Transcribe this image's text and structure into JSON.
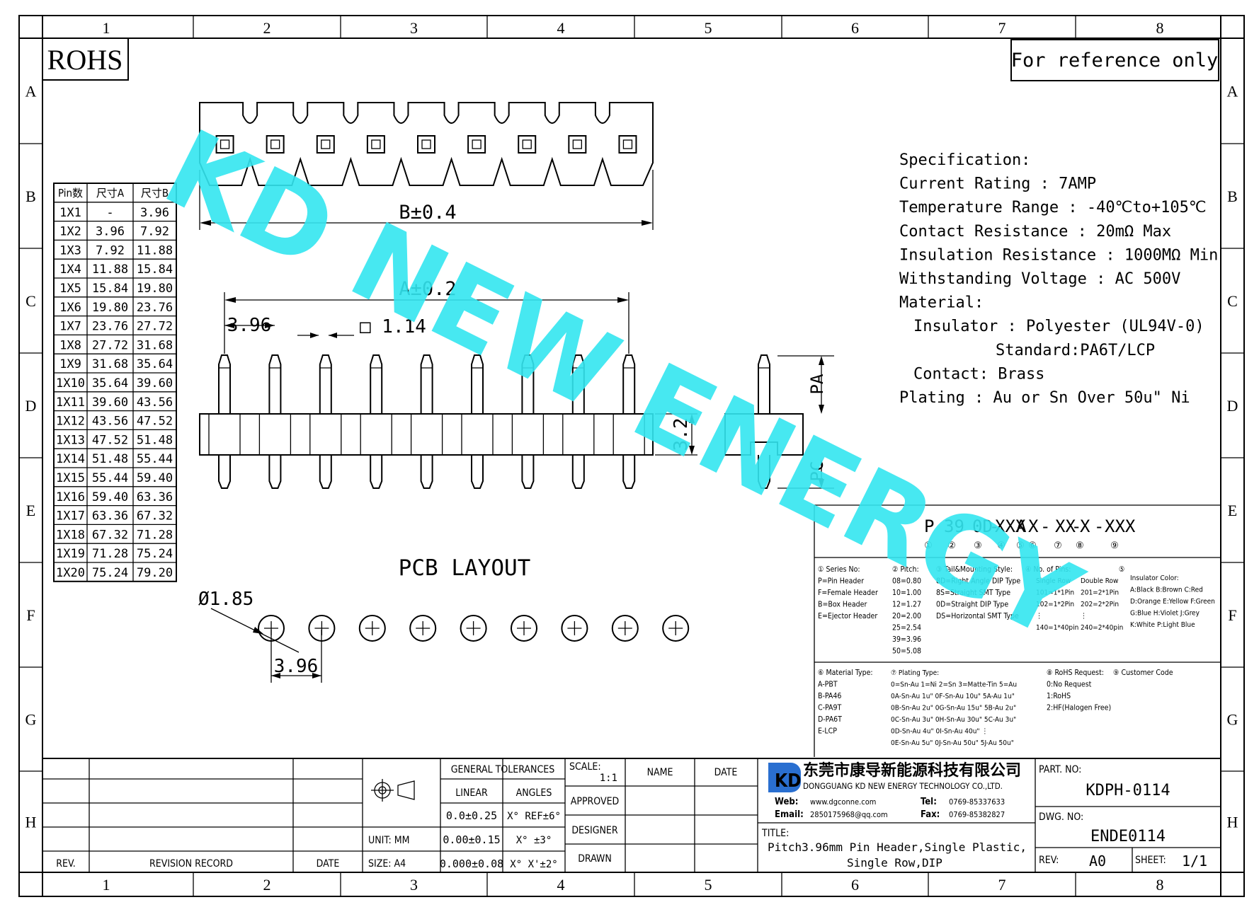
{
  "zone_cols": [
    "1",
    "2",
    "3",
    "4",
    "5",
    "6",
    "7",
    "8"
  ],
  "zone_rows": [
    "A",
    "B",
    "C",
    "D",
    "E",
    "F",
    "G",
    "H"
  ],
  "rohs": "ROHS",
  "reference_note": "For reference only",
  "watermark": "KD NEW ENERGY",
  "dimensions": {
    "b": "B±0.4",
    "a": "A±0.2",
    "pitch": "3.96",
    "pin_square": "□ 1.14",
    "height": "3.2",
    "pa": "PA",
    "pc": "PC",
    "hole": "Ø1.85",
    "pcb_pitch": "3.96"
  },
  "pcb_layout_label": "PCB LAYOUT",
  "pin_table": {
    "headers": [
      "Pin数",
      "尺寸A",
      "尺寸B"
    ],
    "rows": [
      [
        "1X1",
        "-",
        "3.96"
      ],
      [
        "1X2",
        "3.96",
        "7.92"
      ],
      [
        "1X3",
        "7.92",
        "11.88"
      ],
      [
        "1X4",
        "11.88",
        "15.84"
      ],
      [
        "1X5",
        "15.84",
        "19.80"
      ],
      [
        "1X6",
        "19.80",
        "23.76"
      ],
      [
        "1X7",
        "23.76",
        "27.72"
      ],
      [
        "1X8",
        "27.72",
        "31.68"
      ],
      [
        "1X9",
        "31.68",
        "35.64"
      ],
      [
        "1X10",
        "35.64",
        "39.60"
      ],
      [
        "1X11",
        "39.60",
        "43.56"
      ],
      [
        "1X12",
        "43.56",
        "47.52"
      ],
      [
        "1X13",
        "47.52",
        "51.48"
      ],
      [
        "1X14",
        "51.48",
        "55.44"
      ],
      [
        "1X15",
        "55.44",
        "59.40"
      ],
      [
        "1X16",
        "59.40",
        "63.36"
      ],
      [
        "1X17",
        "63.36",
        "67.32"
      ],
      [
        "1X18",
        "67.32",
        "71.28"
      ],
      [
        "1X19",
        "71.28",
        "75.24"
      ],
      [
        "1X20",
        "75.24",
        "79.20"
      ]
    ]
  },
  "specification": {
    "lines": [
      "Specification:",
      "Current Rating : 7AMP",
      "Temperature Range : -40℃to+105℃",
      "Contact Resistance : 20mΩ Max",
      "Insulation Resistance : 1000MΩ Min",
      "Withstanding Voltage : AC 500V",
      "Material:",
      "Insulator : Polyester (UL94V-0)",
      "Standard:PA6T/LCP",
      "Contact: Brass",
      "Plating : Au or Sn Over 50u\" Ni"
    ]
  },
  "part_code": {
    "segments": [
      "P",
      "39",
      "0D",
      "-",
      "XXX",
      "A",
      "X",
      "-",
      "XX",
      "-",
      "X",
      "-",
      "XXX"
    ],
    "circles": [
      "①",
      "②",
      "③",
      "④",
      "⑤",
      "⑥",
      "⑦",
      "⑧",
      "⑨"
    ]
  },
  "legend_top": {
    "series": [
      "① Series No:",
      "P=Pin Header",
      "F=Female Header",
      "B=Box Header",
      "E=Ejector Header"
    ],
    "pitch": [
      "② Pitch:",
      "08=0.80",
      "10=1.00",
      "12=1.27",
      "20=2.00",
      "25=2.54",
      "39=3.96",
      "50=5.08"
    ],
    "tail": [
      "③ Tail&Mounting Style:",
      "8D=Right Angle DIP Type",
      "8S=Straight SMT Type",
      "0D=Straight DIP Type",
      "DS=Horizontal SMT Type"
    ],
    "pins_title": "④ No. of Pins:",
    "pins_single": [
      "Single Row",
      "101=1*1Pin",
      "102=1*2Pin",
      "⋮",
      "140=1*40pin"
    ],
    "pins_double": [
      "Double Row",
      "201=2*1Pin",
      "202=2*2Pin",
      "⋮",
      "240=2*40pin"
    ],
    "color_title": "⑤",
    "color": [
      "Insulator Color:",
      "A:Black  B:Brown  C:Red",
      "D:Orange E:Yellow F:Green",
      "G:Blue   H:Violet J:Grey",
      "K:White  P:Light Blue"
    ]
  },
  "legend_bottom": {
    "material": [
      "⑥ Material Type:",
      "A-PBT",
      "B-PA46",
      "C-PA9T",
      "D-PA6T",
      "E-LCP"
    ],
    "plating": [
      "⑦ Plating Type:",
      "0=Sn-Au 1=Ni 2=Sn 3=Matte-Tin 5=Au",
      "0A-Sn-Au 1u\"  0F-Sn-Au 10u\"  5A-Au 1u\"",
      "0B-Sn-Au 2u\"  0G-Sn-Au 15u\"  5B-Au 2u\"",
      "0C-Sn-Au 3u\"  0H-Sn-Au 30u\"  5C-Au 3u\"",
      "0D-Sn-Au 4u\"  0I-Sn-Au 40u\"    ⋮",
      "0E-Sn-Au 5u\"  0J-Sn-Au 50u\"  5J-Au 50u\""
    ],
    "rohs": [
      "⑧ RoHS Request:",
      "0:No Request",
      "1:RoHS",
      "2:HF(Halogen Free)"
    ],
    "customer": "⑨ Customer Code"
  },
  "title_block": {
    "general_tolerances": "GENERAL TOLERANCES",
    "linear": "LINEAR",
    "angles": "ANGLES",
    "tol_rows": [
      [
        "0.0±0.25",
        "X° REF±6°"
      ],
      [
        "0.00±0.15",
        "X° ±3°"
      ],
      [
        "0.000±0.08",
        "X° X'±2°"
      ]
    ],
    "unit": "UNIT: MM",
    "size": "SIZE: A4",
    "scale_label": "SCALE:",
    "scale_value": "1:1",
    "name": "NAME",
    "date_head": "DATE",
    "approved": "APPROVED",
    "designer": "DESIGNER",
    "drawn": "DRAWN",
    "rev": "REV.",
    "revision_record": "REVISION RECORD",
    "date": "DATE",
    "company_cn": "东莞市康导新能源科技有限公司",
    "company_en": "DONGGUANG KD NEW ENERGY TECHNOLOGY CO.,LTD.",
    "web_label": "Web:",
    "web": "www.dgconne.com",
    "tel_label": "Tel:",
    "tel": "0769-85337633",
    "email_label": "Email:",
    "email": "2850175968@qq.com",
    "fax_label": "Fax:",
    "fax": "0769-85382827",
    "title_label": "TITLE:",
    "title_line1": "Pitch3.96mm Pin Header,Single Plastic,",
    "title_line2": "Single Row,DIP",
    "part_no_label": "PART. NO:",
    "part_no": "KDPH-0114",
    "dwg_no_label": "DWG. NO:",
    "dwg_no": "ENDE0114",
    "rev_label": "REV:",
    "rev_value": "A0",
    "sheet_label": "SHEET:",
    "sheet_value": "1/1"
  },
  "colors": {
    "watermark": "#33e6f0",
    "logo_blue": "#2a6fd0",
    "text_blue": "#1f3f8a"
  }
}
